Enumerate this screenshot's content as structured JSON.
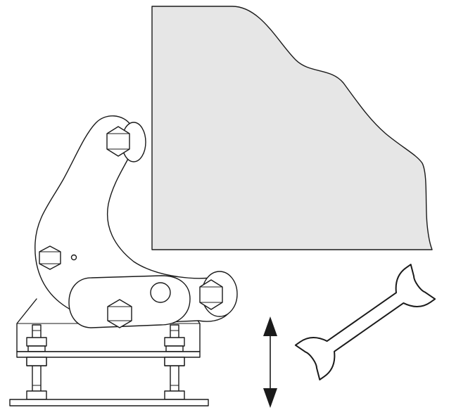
{
  "diagram": {
    "style": "technical line drawing",
    "colors": {
      "line": "#1a1a1a",
      "background": "#ffffff",
      "panel_fill": "#e6e6e6"
    },
    "parts": {
      "panel": "shaded-panel",
      "clamp_arm": "curved-clamp-arm",
      "slot_link": "slotted-link",
      "bolts_hex": 4,
      "rollers": 2,
      "studs": 2,
      "plates": 2,
      "tool": "open-end-wrench-icon",
      "adjust_arrow": "vertical-double-arrow"
    }
  }
}
